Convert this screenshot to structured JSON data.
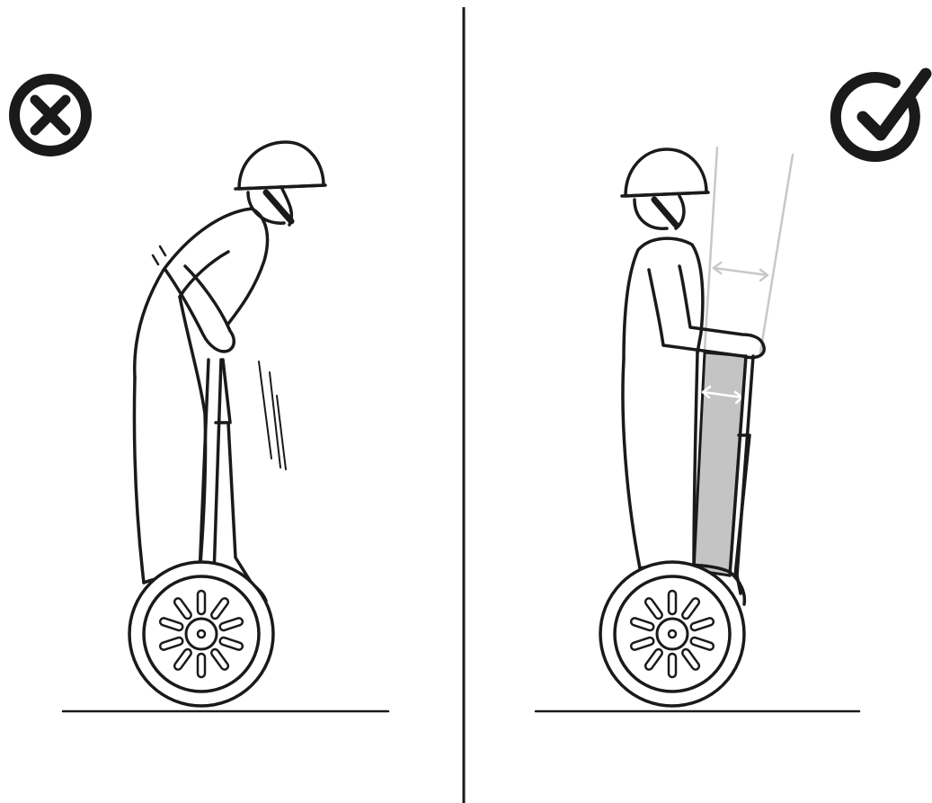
{
  "figure": {
    "panels": [
      {
        "id": "incorrect",
        "status": "wrong",
        "status_icon": "x-circle-icon",
        "pose": "rider-hunched-forward",
        "note_marks": "motion-lines"
      },
      {
        "id": "correct",
        "status": "right",
        "status_icon": "check-circle-icon",
        "pose": "rider-upright",
        "note_marks": "parallel-alignment-guides"
      }
    ],
    "colors": {
      "ink": "#1a1a1a",
      "guide": "#c8c8c8",
      "highlight": "#c4c4c4",
      "background": "#ffffff"
    }
  }
}
